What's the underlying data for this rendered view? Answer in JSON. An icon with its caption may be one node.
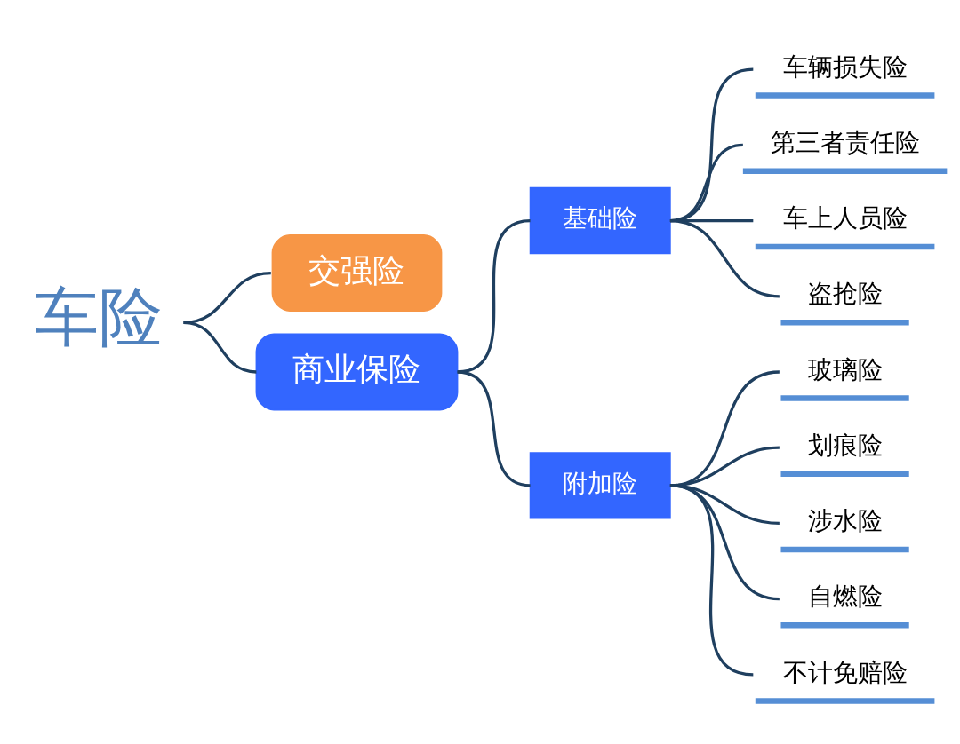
{
  "diagram": {
    "nodes": [
      {
        "text": [
          "车险"
        ]
      },
      {
        "text": [
          "交强险"
        ]
      },
      {
        "text": [
          "商业保险"
        ]
      },
      {
        "text": [
          "基础险"
        ]
      },
      {
        "text": [
          "附加险"
        ]
      },
      {
        "text": [
          "车辆损失险"
        ]
      },
      {
        "text": [
          "第三者责任险"
        ]
      },
      {
        "text": [
          "车上人员险"
        ]
      },
      {
        "text": [
          "盗抢险"
        ]
      },
      {
        "text": [
          "玻璃险"
        ]
      },
      {
        "text": [
          "划痕险"
        ]
      },
      {
        "text": [
          "涉水险"
        ]
      },
      {
        "text": [
          "自燃险"
        ]
      },
      {
        "text": [
          "不计免赔险"
        ]
      }
    ],
    "edges": [
      {
        "from": 0,
        "to": 1,
        "arrow": "none"
      },
      {
        "from": 0,
        "to": 2,
        "arrow": "none"
      },
      {
        "from": 2,
        "to": 3,
        "arrow": "none"
      },
      {
        "from": 2,
        "to": 4,
        "arrow": "none"
      },
      {
        "from": 3,
        "to": 5,
        "arrow": "none"
      },
      {
        "from": 3,
        "to": 6,
        "arrow": "none"
      },
      {
        "from": 3,
        "to": 7,
        "arrow": "none"
      },
      {
        "from": 3,
        "to": 8,
        "arrow": "none"
      },
      {
        "from": 4,
        "to": 9,
        "arrow": "none"
      },
      {
        "from": 4,
        "to": 10,
        "arrow": "none"
      },
      {
        "from": 4,
        "to": 11,
        "arrow": "none"
      },
      {
        "from": 4,
        "to": 12,
        "arrow": "none"
      },
      {
        "from": 4,
        "to": 13,
        "arrow": "none"
      }
    ]
  }
}
